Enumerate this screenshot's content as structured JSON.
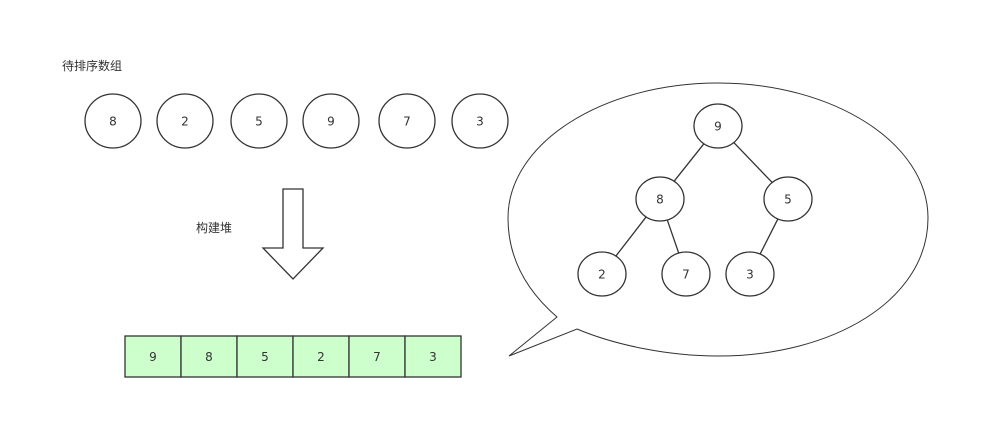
{
  "labels": {
    "input_title": "待排序数组",
    "build_heap": "构建堆"
  },
  "input_array": [
    "8",
    "2",
    "5",
    "9",
    "7",
    "3"
  ],
  "heap_array": [
    "9",
    "8",
    "5",
    "2",
    "7",
    "3"
  ],
  "heap_tree": {
    "nodes": [
      "9",
      "8",
      "5",
      "2",
      "7",
      "3"
    ],
    "edges": [
      [
        0,
        1
      ],
      [
        0,
        2
      ],
      [
        1,
        3
      ],
      [
        1,
        4
      ],
      [
        2,
        5
      ]
    ]
  },
  "colors": {
    "stroke": "#333333",
    "text": "#333333",
    "heap_cell_fill": "#ccffcc",
    "background": "#ffffff"
  }
}
